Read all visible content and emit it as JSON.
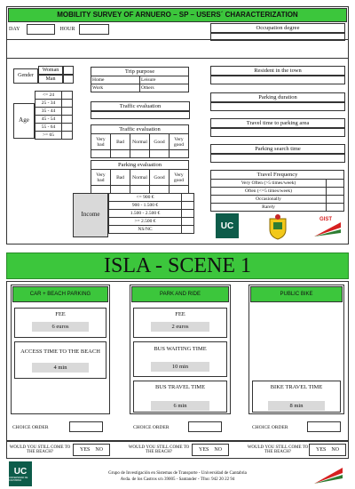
{
  "survey": {
    "title": "MOBILITY SURVEY OF ARNUERO – SP – USERS´ CHARACTERIZATION",
    "day_label": "DAY",
    "hour_label": "HOUR",
    "occupation_label": "Occupation degree",
    "gender_label": "Gender",
    "gender_options": [
      "Woman",
      "Man"
    ],
    "age_label": "Age",
    "age_options": [
      "<= 24",
      "25 - 34",
      "35 - 44",
      "45 - 54",
      "55 - 64",
      ">= 65"
    ],
    "trip_purpose_label": "Trip purpose",
    "trip_purpose_options": [
      "Home",
      "Leisure",
      "Work",
      "Others"
    ],
    "traffic_eval_label_1": "Traffic evaluation",
    "traffic_eval_label_2": "Traffic evaluation",
    "parking_eval_label": "Parking evaluation",
    "scale_options": [
      "Very bad",
      "Bad",
      "Normal",
      "Good",
      "Very good"
    ],
    "resident_label": "Resident in the town",
    "parking_duration_label": "Parking duration",
    "travel_time_label": "Travel time to parking area",
    "parking_search_label": "Parking search time",
    "frequency_label": "Travel Frequency",
    "frequency_options": [
      "Very Often (>5 times/week)",
      "Often (<=5 times/week)",
      "Occasionally",
      "Rarely"
    ],
    "income_label": "Income",
    "income_options": [
      "<= 900 €",
      "900 - 1.500 €",
      "1.500 - 2.500 €",
      ">= 2.500 €",
      "NS/NC"
    ]
  },
  "scene": {
    "title": "ISLA - SCENE 1",
    "columns": [
      {
        "header": "CAR + BEACH PARKING",
        "items": [
          {
            "label": "FEE",
            "value": "6 euros"
          },
          {
            "label": "ACCESS TIME TO THE BEACH",
            "value": "4 min"
          }
        ]
      },
      {
        "header": "PARK AND RIDE",
        "items": [
          {
            "label": "FEE",
            "value": "2 euros"
          },
          {
            "label": "BUS WAITING TIME",
            "value": "10 min"
          },
          {
            "label": "BUS TRAVEL TIME",
            "value": "6 min"
          }
        ]
      },
      {
        "header": "PUBLIC BIKE",
        "items": [
          {
            "label": "BIKE TRAVEL TIME",
            "value": "8 min"
          }
        ]
      }
    ],
    "choice_order_label": "CHOICE ORDER",
    "still_beach_label": "WOULD YOU STILL COME TO THE BEACH?",
    "yes_label": "YES",
    "no_label": "NO"
  },
  "footer": {
    "line1": "Grupo de Investigación en Sistemas de Transporte - Universidad de Cantabria",
    "line2": "Avda. de los Castros s/n 39005 - Santander - Tfno: 942 20 22 94",
    "uc_logo_text": "UC",
    "uc_sub": "UNIVERSIDAD DE CANTABRIA",
    "gist_text": "GIST"
  },
  "colors": {
    "green": "#3cc63c",
    "shade": "#d9d9d9",
    "red": "#d62020"
  }
}
